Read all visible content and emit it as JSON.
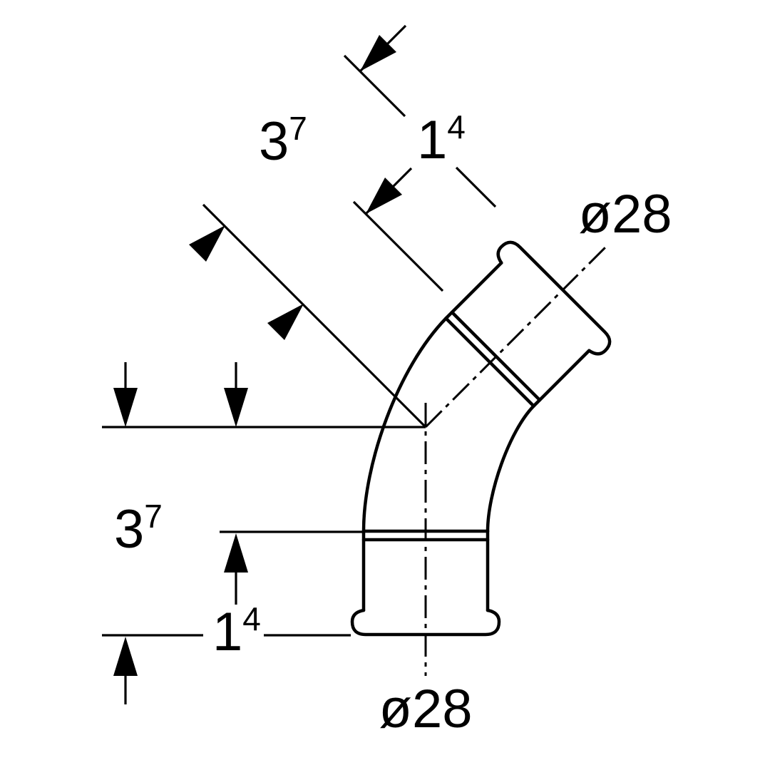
{
  "colors": {
    "background": "#ffffff",
    "ink": "#000000"
  },
  "drawing": {
    "description": "Technical dimension drawing of a 45-degree pipe bend fitting with press sockets",
    "labels": {
      "dim_axis_upper": {
        "value": "3",
        "sup": "7"
      },
      "dim_end_upper": {
        "value": "1",
        "sup": "4"
      },
      "dia_upper": "ø28",
      "dim_side_lower": {
        "value": "3",
        "sup": "7"
      },
      "dim_end_lower": {
        "value": "1",
        "sup": "4"
      },
      "dia_lower": "ø28"
    }
  }
}
